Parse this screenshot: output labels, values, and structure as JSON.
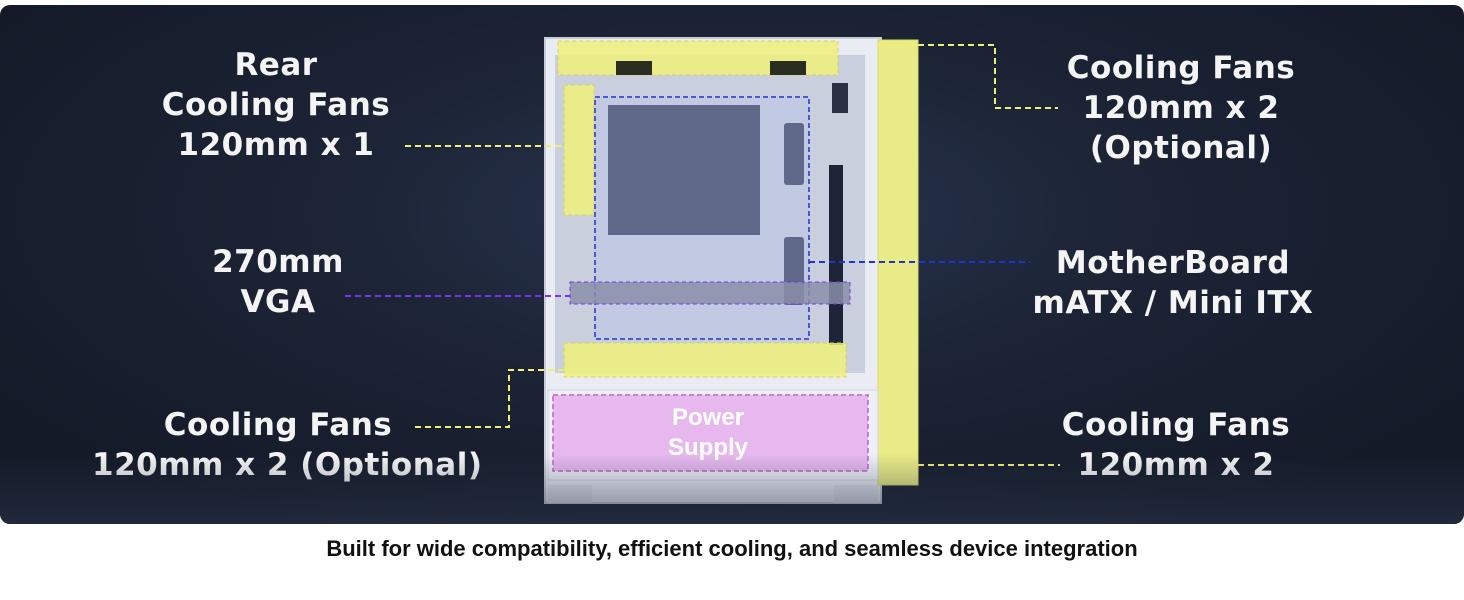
{
  "labels": {
    "rear_fans": {
      "line1": "Rear",
      "line2": "Cooling Fans",
      "line3": "120mm x 1"
    },
    "top_fans": {
      "line1": "Cooling Fans",
      "line2": "120mm x 2",
      "line3": "(Optional)"
    },
    "vga": {
      "line1": "270mm",
      "line2": "VGA"
    },
    "motherboard": {
      "line1": "MotherBoard",
      "line2": "mATX / Mini ITX"
    },
    "bottom_fans": {
      "line1": "Cooling Fans",
      "line2": "120mm x 2 (Optional)"
    },
    "front_fans": {
      "line1": "Cooling Fans",
      "line2": "120mm x 2"
    },
    "psu": {
      "line1": "Power",
      "line2": "Supply"
    }
  },
  "caption": "Built for wide compatibility, efficient cooling, and seamless device integration",
  "colors": {
    "fan_highlight": "#f0f07a",
    "motherboard_line": "#2233cc",
    "vga_line": "#7733ee",
    "psu_highlight": "#e6b8ee",
    "case_body": "#e8ebf2"
  }
}
